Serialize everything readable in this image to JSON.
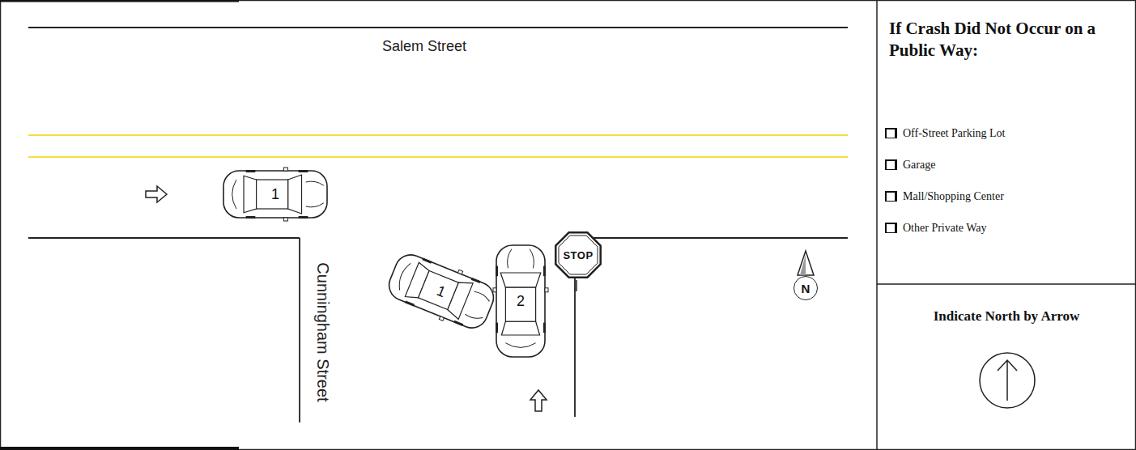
{
  "diagram": {
    "nodes": [
      {
        "text": [
          "1"
        ]
      },
      {
        "text": [
          "1"
        ]
      },
      {
        "text": [
          "2"
        ]
      },
      {
        "text": [
          "STOP"
        ]
      },
      {
        "text": [
          "N"
        ]
      },
      {
        "text": [
          "If Crash Did Not Occur on a Public Way:",
          "Off-Street Parking Lot",
          "Garage",
          "Mall/Shopping Center",
          "Other Private Way"
        ]
      },
      {
        "text": [
          "Indicate North by Arrow"
        ]
      }
    ],
    "labels": [
      "Salem Street",
      "Cunningham Street"
    ]
  }
}
